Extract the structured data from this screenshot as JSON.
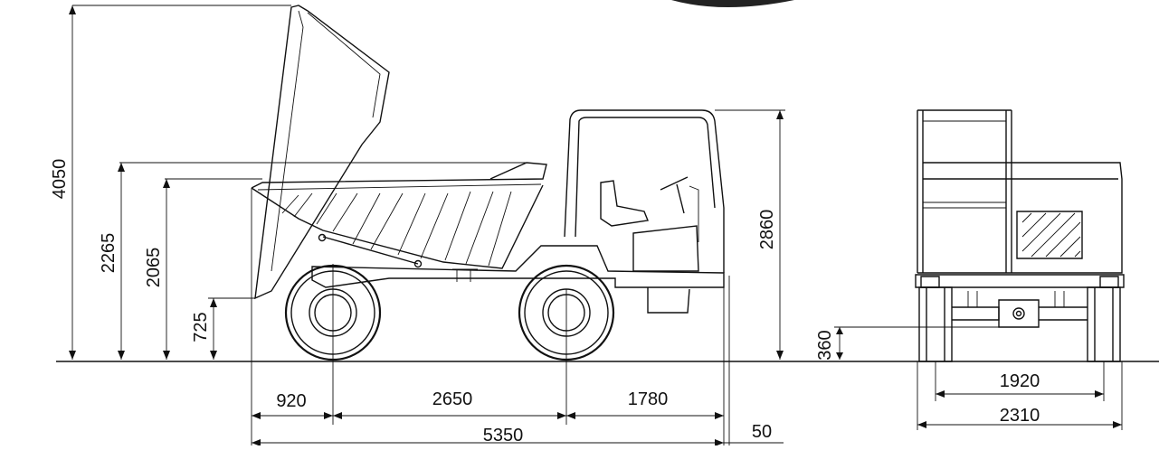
{
  "dimensions": {
    "height_bed_raised": "4050",
    "height_bed_top": "2265",
    "height_bed_rim": "2065",
    "height_rear_pivot": "725",
    "height_rops": "2860",
    "ground_clearance": "360",
    "front_overhang": "920",
    "wheelbase": "2650",
    "rear_overhang": "1780",
    "overall_length": "5350",
    "bumper": "50",
    "track_width": "1920",
    "overall_width": "2310"
  }
}
